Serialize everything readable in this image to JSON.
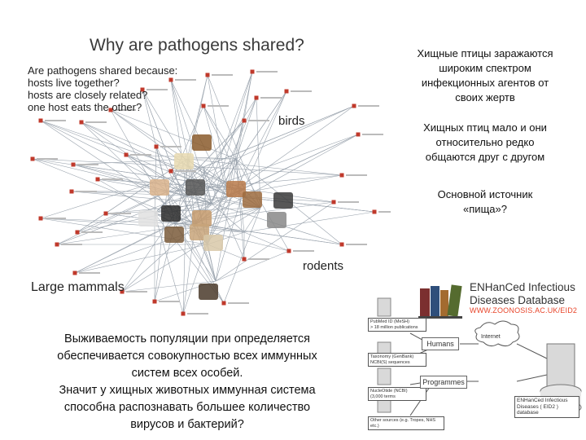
{
  "title": "Why are pathogens shared?",
  "intro": {
    "heading": "Are pathogens shared because:",
    "items": [
      "hosts live together?",
      "hosts are closely related?",
      "one host eats the other?"
    ]
  },
  "network": {
    "labels": {
      "birds": "birds",
      "rodents": "rodents",
      "large_mammals": "Large mammals"
    },
    "node_color": "#c0392b",
    "edge_color": "#9aa3ad"
  },
  "bottom_left": [
    "Выживаемость популяции при определяется",
    "обеспечивается совокупностью  всех иммунных",
    "систем всех особей.",
    "Значит у хищных животных иммунная система",
    "способна распознавать большее количество",
    "вирусов и бактерий?"
  ],
  "right_blocks": [
    [
      "Хищные птицы заражаются",
      "широким спектром",
      "инфекционных агентов от",
      "своих жертв"
    ],
    [
      "Хищных птиц мало и они",
      "относительно редко",
      "общаются друг с другом"
    ],
    [
      "Основной источник",
      "«пища»?"
    ]
  ],
  "database": {
    "title_line1": "ENHanCed Infectious",
    "title_line2": "Diseases Database",
    "url": "WWW.ZOONOSIS.AC.UK/EID2",
    "url_color": "#e8452a",
    "sources": [
      [
        "PubMed ID (MeSH)",
        "> 18 million publications"
      ],
      [
        "Taxonomy (GenBank)",
        "NCBI(S) sequences"
      ],
      [
        "NucleOtide (NCBI)",
        "(3,000 terms"
      ],
      [
        "Other sources (e.g. Tropes, NHS etc.)"
      ]
    ],
    "nodes": {
      "humans": "Humans",
      "internet": "Internet",
      "programmes": "Programmes"
    },
    "output": [
      "ENHanCed Infectious",
      "Diseases ( EID2 )",
      "database"
    ]
  }
}
